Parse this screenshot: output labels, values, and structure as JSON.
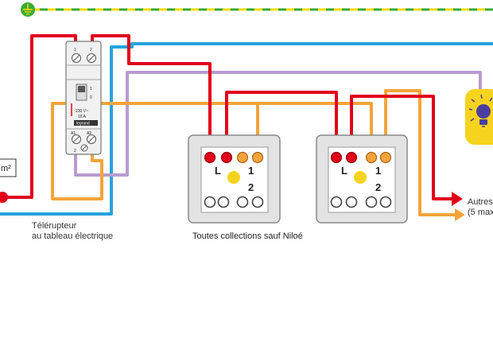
{
  "colors": {
    "phase": "#e2001a",
    "neutral": "#28a3dc",
    "return": "#f4a43a",
    "control": "#b89bd0",
    "earth_green": "#3aa935",
    "earth_yellow": "#f5d90a",
    "switch_body": "#e3e3e3",
    "switch_plate": "#ffffff",
    "lamp": "#f6d31e"
  },
  "icons": [
    "earth-ground-icon",
    "light-bulb-icon",
    "arrow-right-icon"
  ],
  "relay": {
    "terminal_top_1": "1",
    "terminal_top_2": "2",
    "mode_1": "1",
    "mode_0": "0",
    "rating_line1": "230 V~",
    "rating_line2": "16 A",
    "brand": "legrand",
    "terminal_a1": "A1",
    "terminal_a2": "A2",
    "terminal_bottom_2": "2"
  },
  "switches": [
    {
      "terminal_l": "L",
      "terminal_1": "1",
      "terminal_2": "2"
    },
    {
      "terminal_l": "L",
      "terminal_1": "1",
      "terminal_2": "2"
    }
  ],
  "labels": {
    "section_fragment": "m²",
    "relay_line1": "Télérupteur",
    "relay_line2": "au tableau électrique",
    "switches_caption": "Toutes collections sauf Niloé",
    "others_line1": "Autres",
    "others_line2": "(5 max"
  }
}
